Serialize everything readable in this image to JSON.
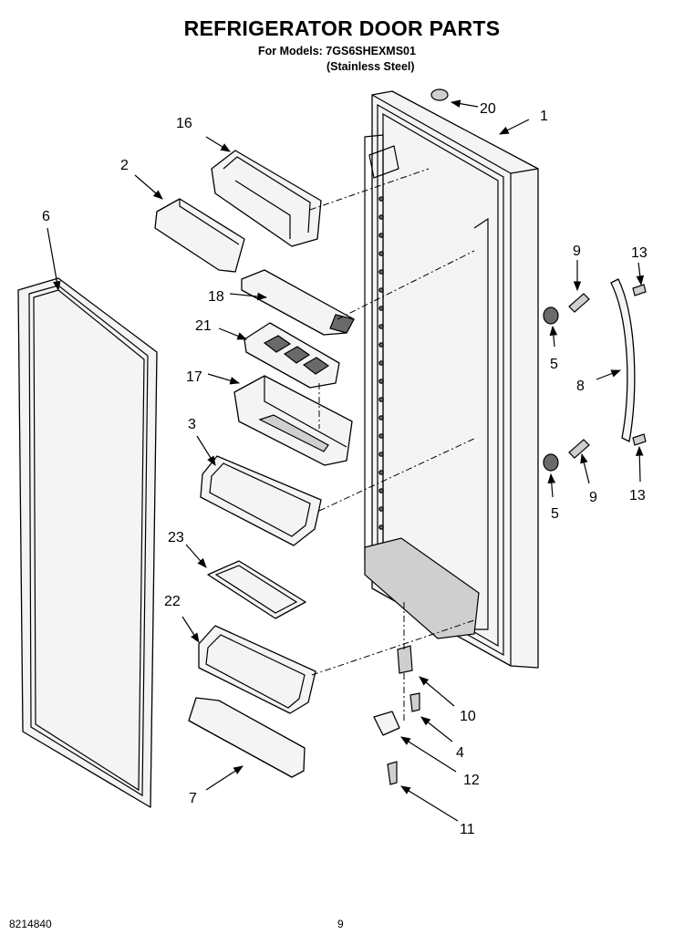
{
  "header": {
    "title": "REFRIGERATOR DOOR PARTS",
    "models_line": "For Models: 7GS6SHEXMS01",
    "finish_line": "(Stainless Steel)"
  },
  "callouts": {
    "c1": "1",
    "c2": "2",
    "c3": "3",
    "c4": "4",
    "c5a": "5",
    "c5b": "5",
    "c6": "6",
    "c7": "7",
    "c8": "8",
    "c9a": "9",
    "c9b": "9",
    "c10": "10",
    "c11": "11",
    "c12": "12",
    "c13a": "13",
    "c13b": "13",
    "c16": "16",
    "c17": "17",
    "c18": "18",
    "c20": "20",
    "c21": "21",
    "c22": "22",
    "c23": "23"
  },
  "footer": {
    "doc_number": "8214840",
    "page_number": "9"
  }
}
